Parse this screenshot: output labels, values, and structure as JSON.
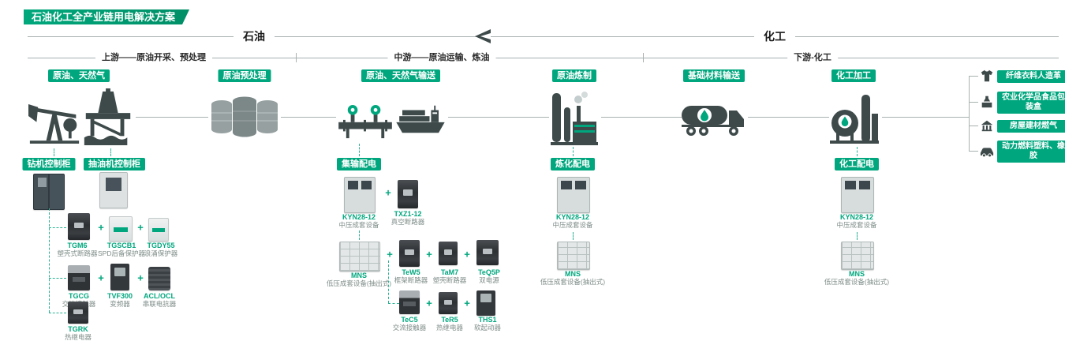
{
  "title": "石油化工全产业链用电解决方案",
  "sections": {
    "petroleum": "石油",
    "chemical": "化工"
  },
  "stages": {
    "upstream": "上游——原油开采、预处理",
    "midstream": "中游——原油运输、炼油",
    "downstream": "下游-化工"
  },
  "process_badges": {
    "crude_gas": "原油、天然气",
    "pretreatment": "原油预处理",
    "transport": "原油、天然气输送",
    "refining": "原油炼制",
    "materials": "基础材料输送",
    "processing": "化工加工"
  },
  "distribution_badges": {
    "drill": "钻机控制柜",
    "pump": "抽油机控制柜",
    "gathering": "集输配电",
    "refinery": "炼化配电",
    "chemical": "化工配电"
  },
  "end_products": [
    {
      "label": "纤维衣料人造革"
    },
    {
      "label": "农业化学品食品包装盒"
    },
    {
      "label": "房屋建材燃气"
    },
    {
      "label": "动力燃料塑料、橡胶"
    }
  ],
  "plus": "+",
  "products": {
    "tgm6": {
      "name": "TGM6",
      "desc": "塑壳式断路器"
    },
    "tgscb1": {
      "name": "TGSCB1",
      "desc": "SPD后备保护器"
    },
    "tgdy55": {
      "name": "TGDY55",
      "desc": "浪涌保护器"
    },
    "tgcg": {
      "name": "TGCG",
      "desc": "交流接触器"
    },
    "tvf300": {
      "name": "TVF300",
      "desc": "变频器"
    },
    "acl_ocl": {
      "name": "ACL/OCL",
      "desc": "串联电抗器"
    },
    "tgrk": {
      "name": "TGRK",
      "desc": "热继电器"
    },
    "kyn28": {
      "name": "KYN28-12",
      "desc": "中压成套设备"
    },
    "txz1": {
      "name": "TXZ1-12",
      "desc": "真空断路器"
    },
    "mns": {
      "name": "MNS",
      "desc": "低压成套设备(抽出式)"
    },
    "tew5": {
      "name": "TeW5",
      "desc": "框架断路器"
    },
    "tam7": {
      "name": "TaM7",
      "desc": "塑壳断路器"
    },
    "teq5p": {
      "name": "TeQ5P",
      "desc": "双电源"
    },
    "tec5": {
      "name": "TeC5",
      "desc": "交流接触器"
    },
    "ter5": {
      "name": "TeR5",
      "desc": "热继电器"
    },
    "ths1": {
      "name": "THS1",
      "desc": "软起动器"
    }
  },
  "colors": {
    "accent": "#00a77e",
    "banner_green": "#009a74",
    "icon_dark": "#3e4a4a"
  }
}
